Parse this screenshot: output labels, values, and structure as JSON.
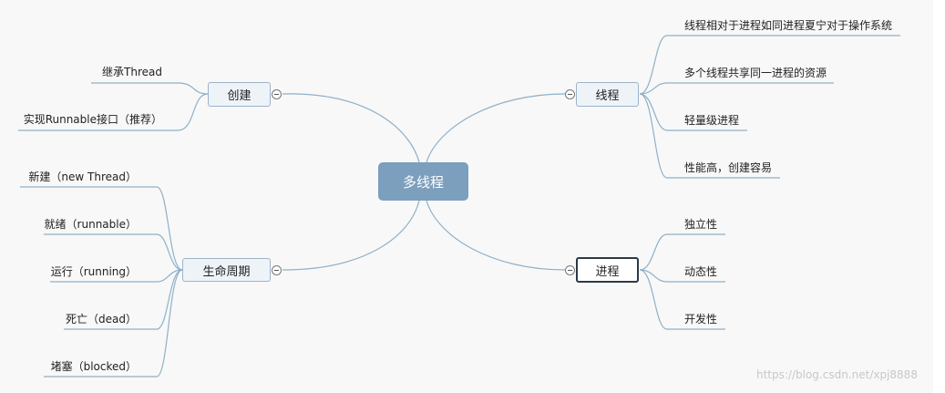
{
  "center": {
    "label": "多线程"
  },
  "branches": {
    "create": {
      "label": "创建",
      "items": [
        "继承Thread",
        "实现Runnable接口（推荐）"
      ]
    },
    "lifecycle": {
      "label": "生命周期",
      "items": [
        "新建（new Thread）",
        "就绪（runnable）",
        "运行（running）",
        "死亡（dead）",
        "堵塞（blocked）"
      ]
    },
    "thread": {
      "label": "线程",
      "items": [
        "线程相对于进程如同进程夏宁对于操作系统",
        "多个线程共享同一进程的资源",
        "轻量级进程",
        "性能高，创建容易"
      ]
    },
    "process": {
      "label": "进程",
      "items": [
        "独立性",
        "动态性",
        "开发性"
      ]
    }
  },
  "watermark": "https://blog.csdn.net/xpj8888",
  "colors": {
    "line": "#8fb0c8",
    "center_fill": "#7c9fbd",
    "node_fill": "#eef3f8",
    "background": "#f8f8f8"
  }
}
